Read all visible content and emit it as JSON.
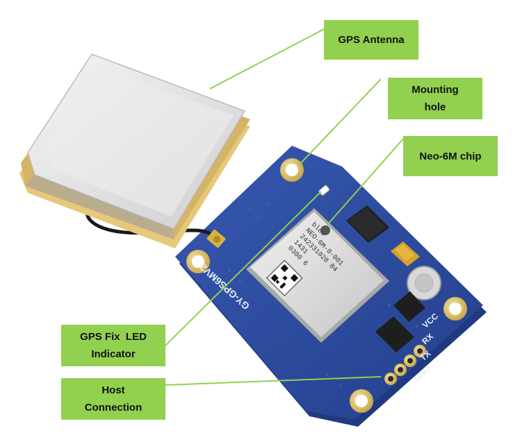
{
  "callouts": {
    "antenna": [
      "GPS Antenna"
    ],
    "mounting": [
      "Mounting",
      "hole"
    ],
    "chip": [
      "Neo-6M chip"
    ],
    "led": [
      "GPS Fix  LED",
      "Indicator"
    ],
    "host": [
      "Host",
      "Connection"
    ]
  },
  "board": {
    "model": "GY-GPS6MV2",
    "pins": [
      "VCC",
      "RX",
      "TX",
      "GND"
    ]
  },
  "chip_markings": {
    "brand": "blox",
    "part": "NEO-6M-0-001",
    "serial": "242331028 84",
    "lot": "1431",
    "code": "0300 6"
  },
  "colors": {
    "callout": "#92d050",
    "leader": "#92d050",
    "pcb": "#2d4fa3"
  }
}
